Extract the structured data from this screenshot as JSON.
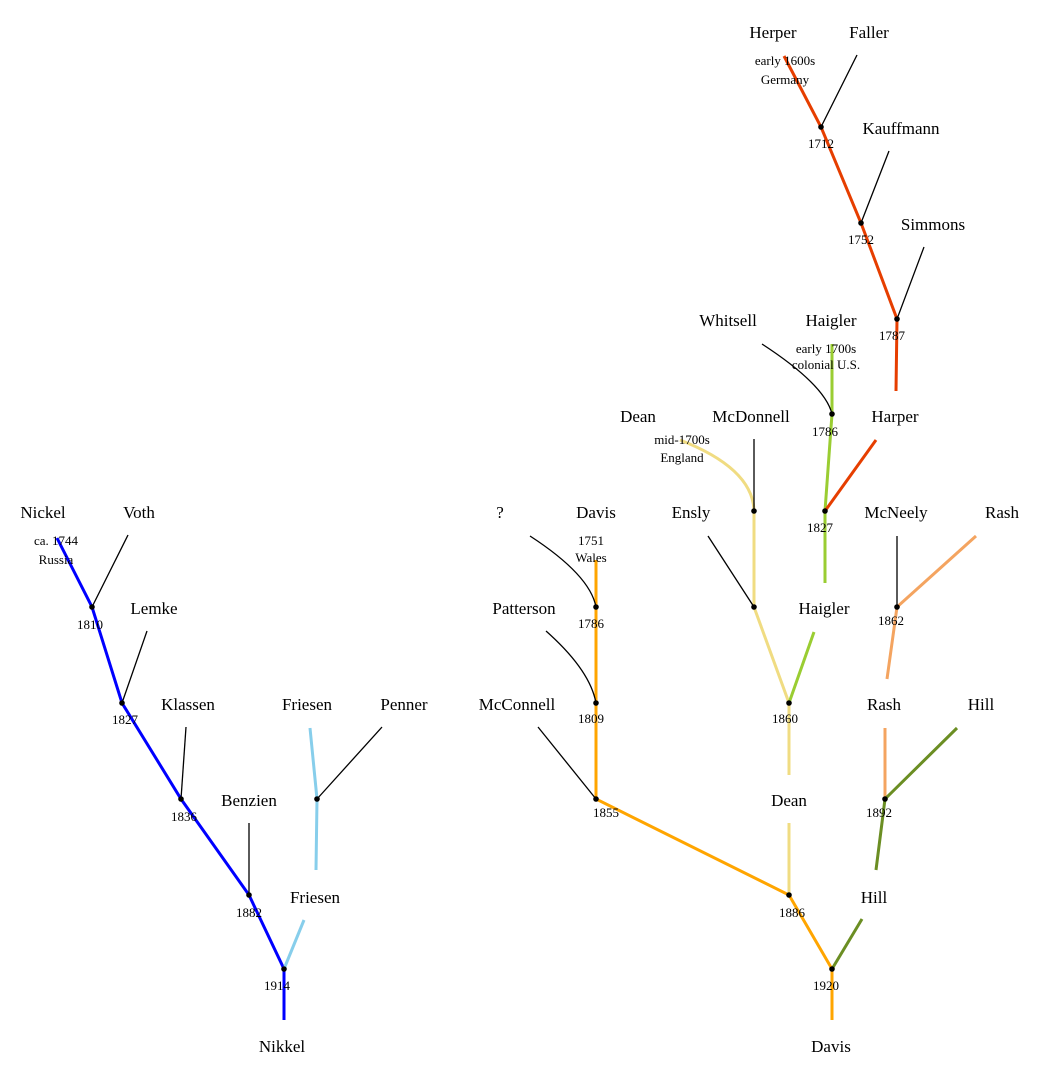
{
  "colors": {
    "nickel": "#0000ff",
    "friesen": "#87ceeb",
    "davis": "#ffa500",
    "dean": "#f0dc82",
    "haigler": "#9acd32",
    "harper": "#e63e00",
    "rash": "#f4a460",
    "hill": "#6b8e23",
    "black": "#000000"
  },
  "names": {
    "nickel_top": "Nickel",
    "voth": "Voth",
    "lemke": "Lemke",
    "klassen": "Klassen",
    "benzien": "Benzien",
    "friesen_top": "Friesen",
    "penner": "Penner",
    "friesen_mid": "Friesen",
    "nikkel": "Nikkel",
    "unknown": "?",
    "davis_top": "Davis",
    "patterson": "Patterson",
    "mcconnell": "McConnell",
    "dean_top": "Dean",
    "mcdonnell": "McDonnell",
    "ensly": "Ensly",
    "whitsell": "Whitsell",
    "haigler_top": "Haigler",
    "haigler_mid": "Haigler",
    "herper": "Herper",
    "faller": "Faller",
    "kauffmann": "Kauffmann",
    "simmons": "Simmons",
    "harper": "Harper",
    "mcneely": "McNeely",
    "rash_top": "Rash",
    "rash_mid": "Rash",
    "hill_top": "Hill",
    "dean_mid": "Dean",
    "hill_mid": "Hill",
    "davis_bottom": "Davis"
  },
  "years": {
    "y1810": "1810",
    "y1827a": "1827",
    "y1836": "1836",
    "y1882": "1882",
    "y1914": "1914",
    "y1786a": "1786",
    "y1809": "1809",
    "y1855": "1855",
    "y1886": "1886",
    "y1920": "1920",
    "y1860": "1860",
    "y1786b": "1786",
    "y1827b": "1827",
    "y1712": "1712",
    "y1752": "1752",
    "y1787": "1787",
    "y1862": "1862",
    "y1892": "1892"
  },
  "origins": {
    "nickel_line1": "ca. 1744",
    "nickel_line2": "Russia",
    "davis_line1": "1751",
    "davis_line2": "Wales",
    "dean_line1": "mid-1700s",
    "dean_line2": "England",
    "haigler_line1": "early 1700s",
    "haigler_line2": "colonial U.S.",
    "herper_line1": "early 1600s",
    "herper_line2": "Germany"
  }
}
